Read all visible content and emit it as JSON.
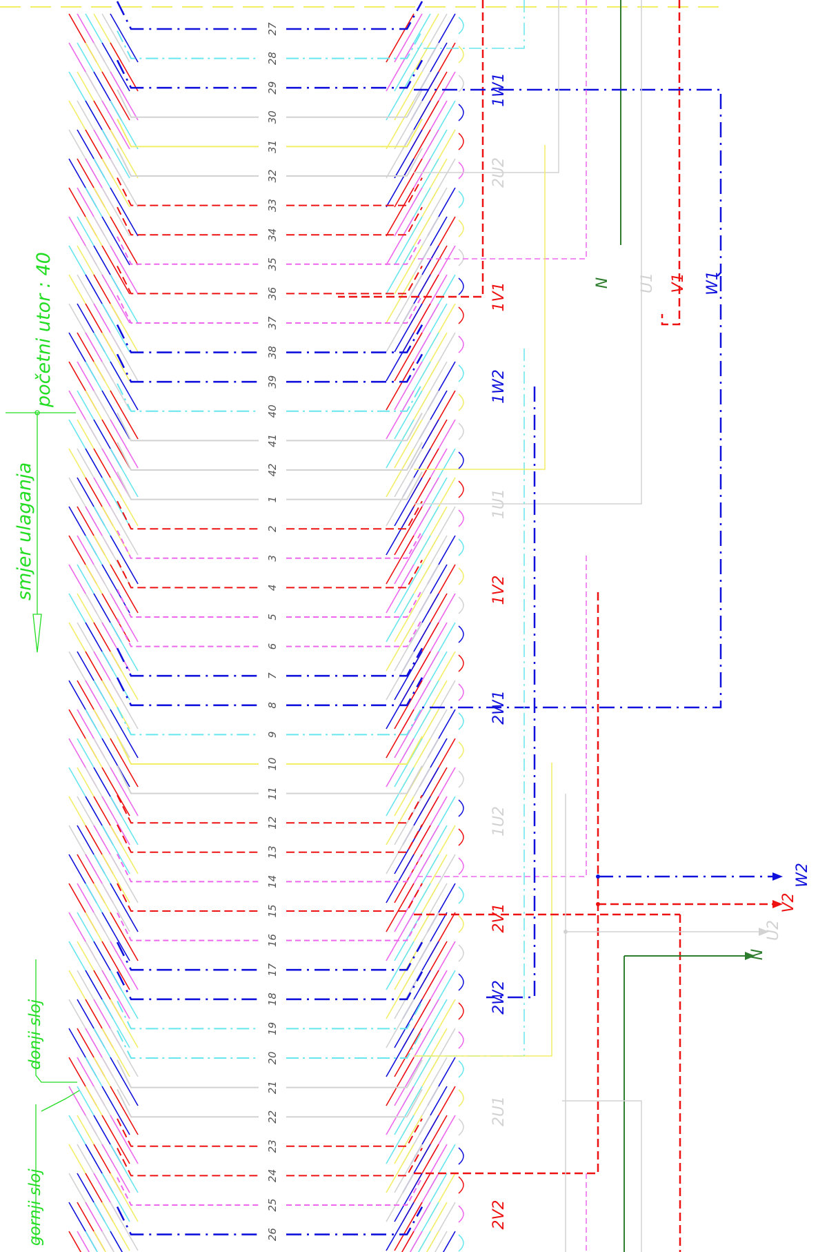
{
  "slot_numbers": [
    "27",
    "28",
    "29",
    "30",
    "31",
    "32",
    "33",
    "34",
    "35",
    "36",
    "37",
    "38",
    "39",
    "40",
    "41",
    "42",
    "1",
    "2",
    "3",
    "4",
    "5",
    "6",
    "7",
    "8",
    "9",
    "10",
    "11",
    "12",
    "13",
    "14",
    "15",
    "16",
    "17",
    "18",
    "19",
    "20",
    "21",
    "22",
    "23",
    "24",
    "25",
    "26"
  ],
  "slot_phases": [
    "W",
    "C",
    "W",
    "G",
    "Y",
    "G",
    "R",
    "R",
    "M",
    "R",
    "M",
    "W",
    "W",
    "C",
    "G",
    "G",
    "G",
    "R",
    "M",
    "R",
    "M",
    "M",
    "W",
    "W",
    "C",
    "Y",
    "G",
    "R",
    "R",
    "M",
    "R",
    "M",
    "W",
    "W",
    "C",
    "C",
    "G",
    "G",
    "R",
    "R",
    "M",
    "W"
  ],
  "terminals": [
    {
      "text": "1W1",
      "color": "#1010dd"
    },
    {
      "text": "2U2",
      "color": "#d2d2d2"
    },
    {
      "text": "1V1",
      "color": "#ee1111"
    },
    {
      "text": "1W2",
      "color": "#1010dd"
    },
    {
      "text": "1U1",
      "color": "#d2d2d2"
    },
    {
      "text": "1V2",
      "color": "#ee1111"
    },
    {
      "text": "2W1",
      "color": "#1010dd"
    },
    {
      "text": "1U2",
      "color": "#d2d2d2"
    },
    {
      "text": "2V1",
      "color": "#ee1111"
    },
    {
      "text": "2W2",
      "color": "#1010dd"
    },
    {
      "text": "2U1",
      "color": "#d2d2d2"
    },
    {
      "text": "2V2",
      "color": "#ee1111"
    }
  ],
  "star_labels": [
    {
      "text": "N",
      "color": "#2e7d2e"
    },
    {
      "text": "U1",
      "color": "#d2d2d2"
    },
    {
      "text": "V1",
      "color": "#ee1111"
    },
    {
      "text": "W1",
      "color": "#1010dd"
    }
  ],
  "outputs": [
    {
      "text": "W2",
      "color": "#1010dd"
    },
    {
      "text": "V2",
      "color": "#ee1111"
    },
    {
      "text": "U2",
      "color": "#d2d2d2"
    },
    {
      "text": "N",
      "color": "#2e7d2e"
    }
  ],
  "annotations": {
    "start_slot": "početni utor : 40",
    "direction": "smjer ulaganja",
    "bottom_layer": "donji sloj",
    "top_layer": "gornji sloj"
  },
  "colors": {
    "W": "#1010dd",
    "C": "#66e6ee",
    "G": "#d2d2d2",
    "Y": "#f2ee66",
    "R": "#ee1111",
    "M": "#ee66ee",
    "green": "#22dd22",
    "dark_green": "#2e7d2e"
  }
}
